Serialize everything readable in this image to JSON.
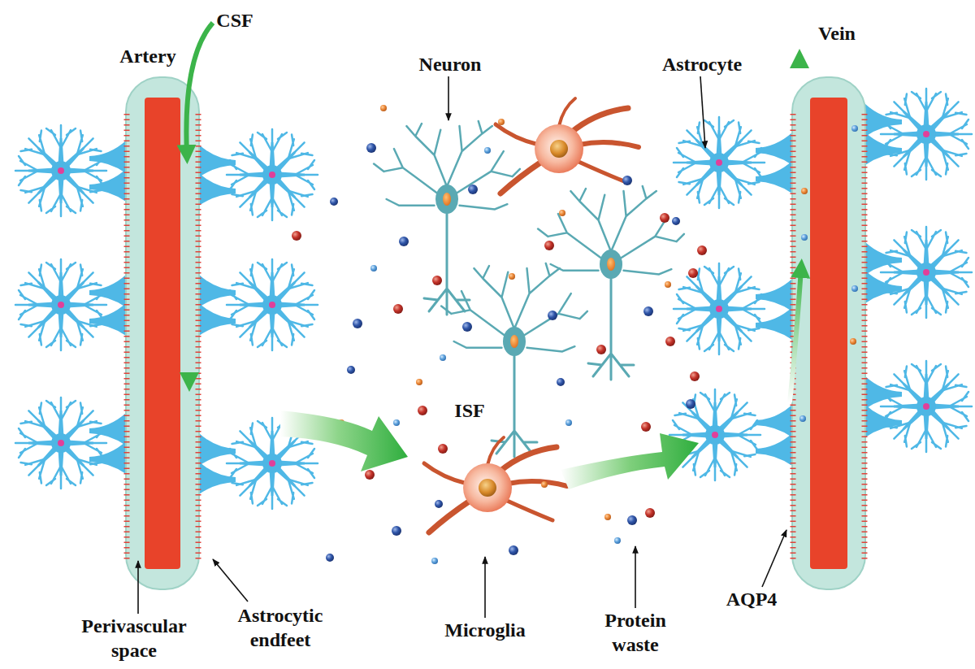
{
  "diagram": {
    "labels": [
      "CSF",
      "Artery",
      "Neuron",
      "Astrocyte",
      "Vein",
      "ISF",
      "Perivascular space",
      "Astrocytic endfeet",
      "Microglia",
      "Protein waste",
      "AQP4"
    ]
  }
}
